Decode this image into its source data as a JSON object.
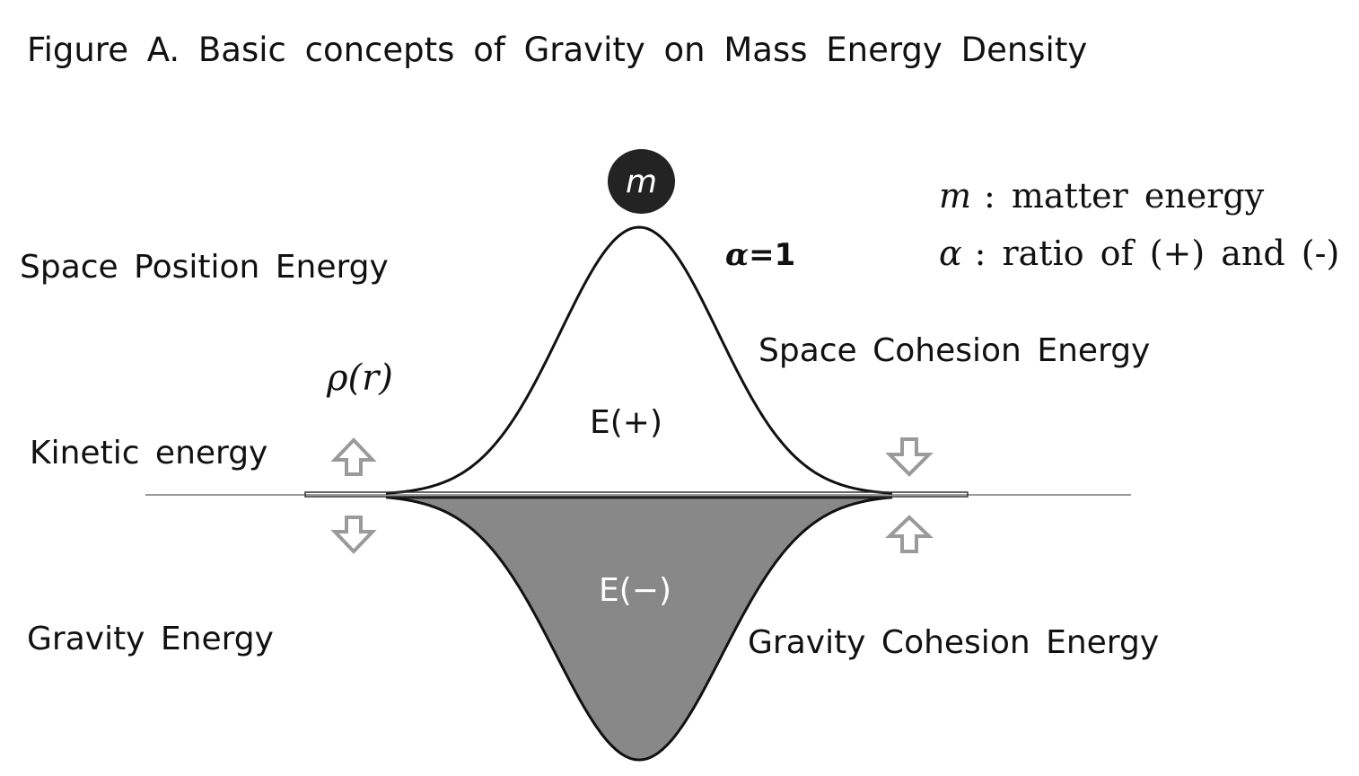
{
  "title": "Figure A. Basic concepts of Gravity on Mass Energy Density",
  "labels": {
    "space_position_energy": "Space Position Energy",
    "kinetic_energy": "Kinetic energy",
    "gravity_energy": "Gravity Energy",
    "space_cohesion_energy": "Space Cohesion Energy",
    "gravity_cohesion_energy": "Gravity Cohesion Energy",
    "alpha_symbol": "α",
    "alpha_value": "=1",
    "density_function": "ρ(r)",
    "positive_energy": "E(+)",
    "negative_energy": "E(−)",
    "matter_symbol": "m"
  },
  "legend": [
    {
      "symbol": "m",
      "colon": ":",
      "text": "matter energy"
    },
    {
      "symbol": "α",
      "colon": ":",
      "text": "ratio of (+) and (-)"
    }
  ],
  "colors": {
    "negative_fill": "#888888",
    "curve_stroke": "#111111",
    "arrow_stroke": "#9a9a9a",
    "matter_ball": "#232323"
  },
  "icons": {
    "arrow_up": "hollow-arrow-up-icon",
    "arrow_down": "hollow-arrow-down-icon"
  }
}
